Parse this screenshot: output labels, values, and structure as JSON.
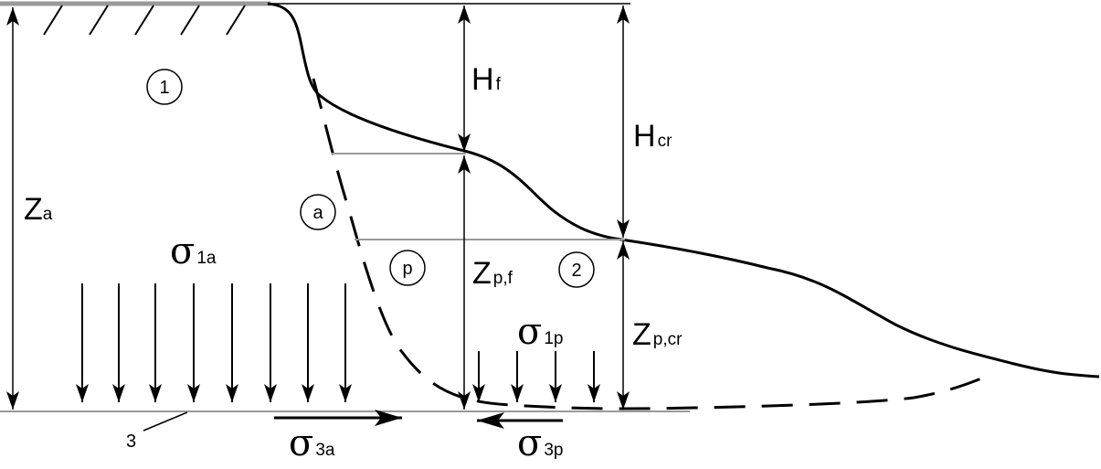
{
  "labels": {
    "zone1": "1",
    "zone2": "2",
    "zone_a": "a",
    "zone_p": "p",
    "item3": "3",
    "Za_main": "Z",
    "Za_sub": "a",
    "Hf_main": "H",
    "Hf_sub": "f",
    "Hcr_main": "H",
    "Hcr_sub": "cr",
    "Zpf_main": "Z",
    "Zpf_sub": "p,f",
    "Zpcr_main": "Z",
    "Zpcr_sub": "p,cr",
    "s1a_main": "σ",
    "s1a_sub": "1a",
    "s1p_main": "σ",
    "s1p_sub": "1p",
    "s3a_main": "σ",
    "s3a_sub": "3a",
    "s3p_main": "σ",
    "s3p_sub": "3p"
  },
  "colors": {
    "ink": "#000000",
    "grey_line": "#999999"
  }
}
